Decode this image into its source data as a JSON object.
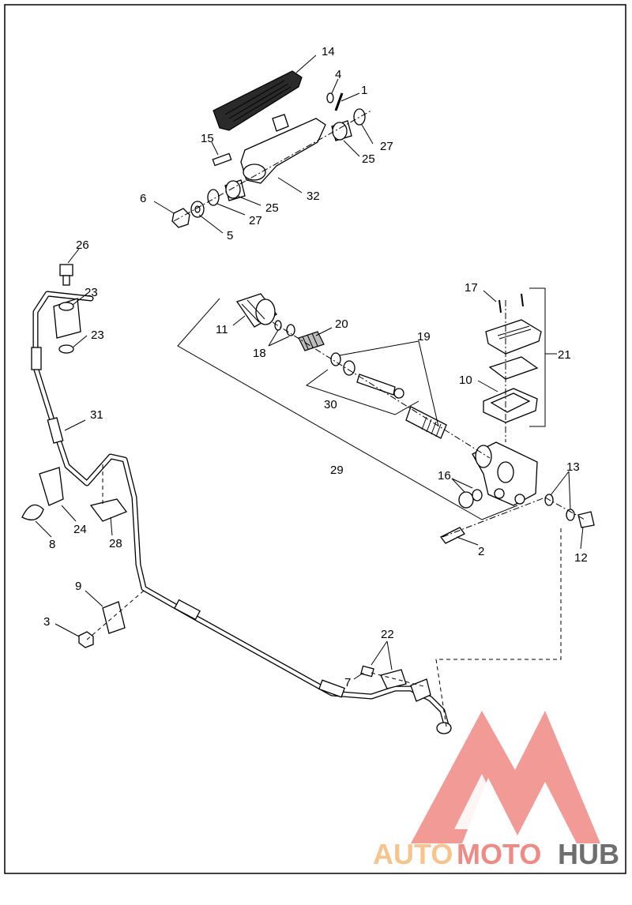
{
  "diagram": {
    "callouts": [
      "14",
      "4",
      "1",
      "15",
      "27",
      "25",
      "32",
      "6",
      "5",
      "27",
      "25",
      "26",
      "23",
      "23",
      "17",
      "11",
      "18",
      "20",
      "19",
      "21",
      "10",
      "31",
      "30",
      "29",
      "16",
      "13",
      "2",
      "12",
      "24",
      "8",
      "28",
      "9",
      "3",
      "22",
      "7"
    ]
  },
  "logo": {
    "text_auto": "AUTO",
    "text_moto": "MOTO",
    "text_hub": "HUB",
    "color_primary": "#f08a84",
    "color_accent": "#f6c48c",
    "color_dark": "#6e6e6e"
  }
}
